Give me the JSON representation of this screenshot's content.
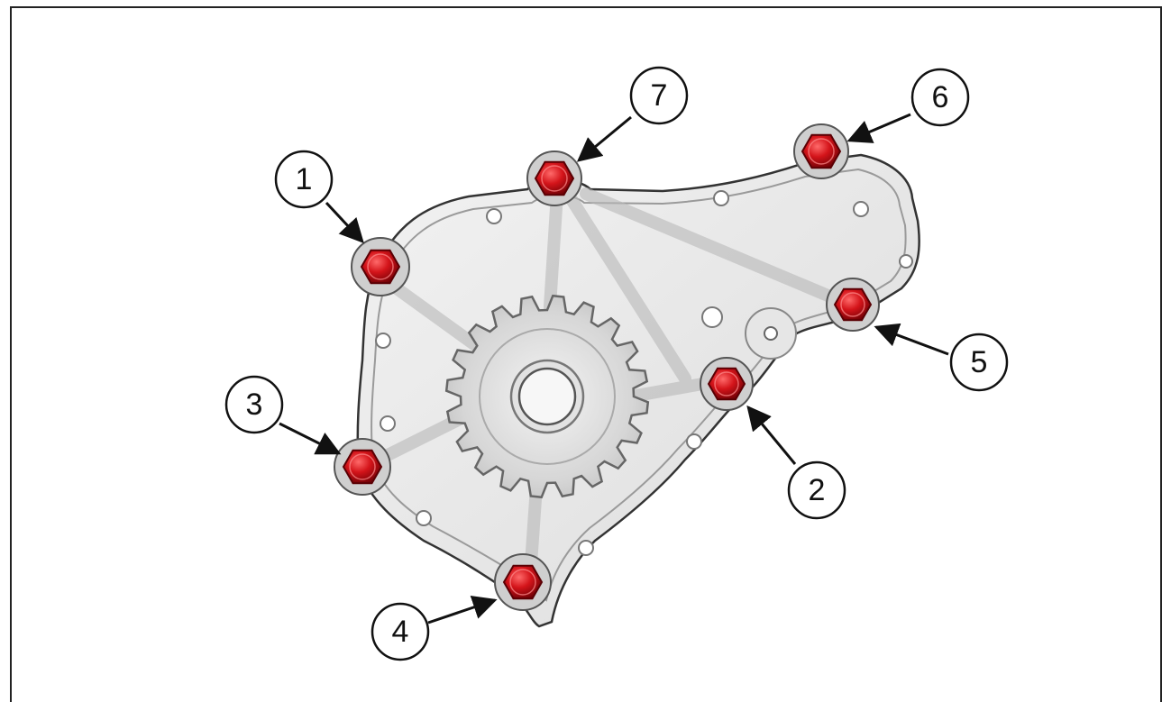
{
  "diagram": {
    "callouts": [
      {
        "id": "1",
        "label": "1"
      },
      {
        "id": "2",
        "label": "2"
      },
      {
        "id": "3",
        "label": "3"
      },
      {
        "id": "4",
        "label": "4"
      },
      {
        "id": "5",
        "label": "5"
      },
      {
        "id": "6",
        "label": "6"
      },
      {
        "id": "7",
        "label": "7"
      }
    ],
    "colors": {
      "bolt": "#d4141a",
      "housing": "#e9e9e9",
      "outline": "#333333",
      "frame": "#222222"
    }
  }
}
